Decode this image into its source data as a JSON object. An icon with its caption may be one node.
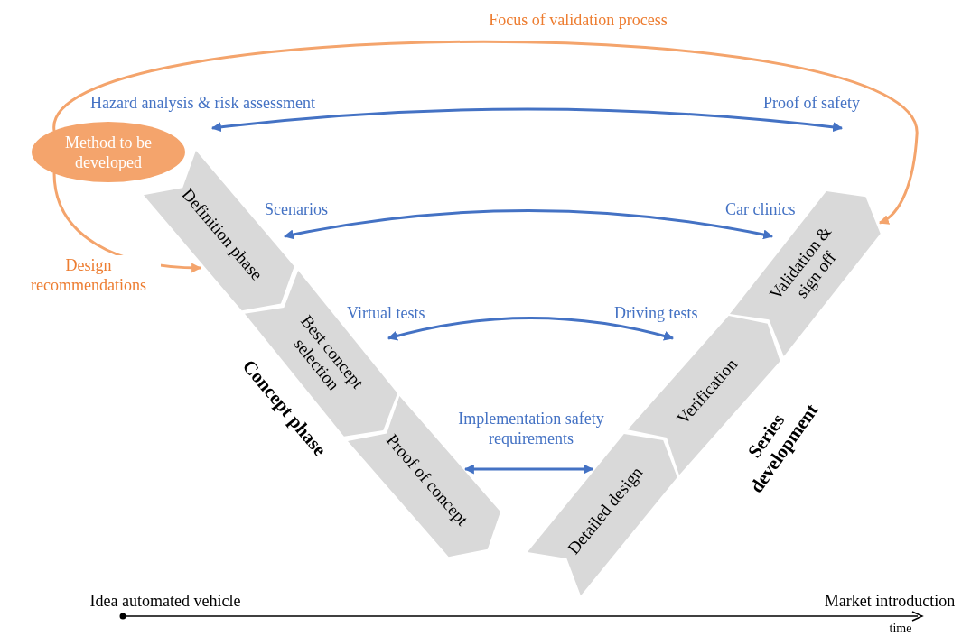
{
  "diagram": {
    "nodes": [
      {
        "text": [
          "Method to be developed"
        ]
      },
      {
        "text": [
          "Definition phase"
        ]
      },
      {
        "text": [
          "Best concept selection"
        ]
      },
      {
        "text": [
          "Proof of concept"
        ]
      },
      {
        "text": [
          "Detailed design"
        ]
      },
      {
        "text": [
          "Verification"
        ]
      },
      {
        "text": [
          "Validation & sign off"
        ]
      },
      {
        "text": [
          "Hazard analysis & risk assessment"
        ]
      },
      {
        "text": [
          "Proof of safety"
        ]
      },
      {
        "text": [
          "Scenarios"
        ]
      },
      {
        "text": [
          "Car clinics"
        ]
      },
      {
        "text": [
          "Virtual tests"
        ]
      },
      {
        "text": [
          "Driving tests"
        ]
      }
    ],
    "edges": [
      {
        "from": 0,
        "to": 6,
        "arrow": "to",
        "label": "Focus of validation process",
        "color": "#f4a46c"
      },
      {
        "from": 0,
        "to": 1,
        "arrow": "to",
        "label": "Design recommendations",
        "color": "#f4a46c"
      },
      {
        "from": 7,
        "to": 8,
        "arrow": "both"
      },
      {
        "from": 9,
        "to": 10,
        "arrow": "both"
      },
      {
        "from": 11,
        "to": 12,
        "arrow": "both"
      },
      {
        "from": 3,
        "to": 4,
        "arrow": "both",
        "label": "Implementation safety requirements"
      }
    ],
    "labels": [
      "Concept phase",
      "Series development",
      "Idea automated vehicle",
      "Market introduction",
      "time"
    ]
  }
}
